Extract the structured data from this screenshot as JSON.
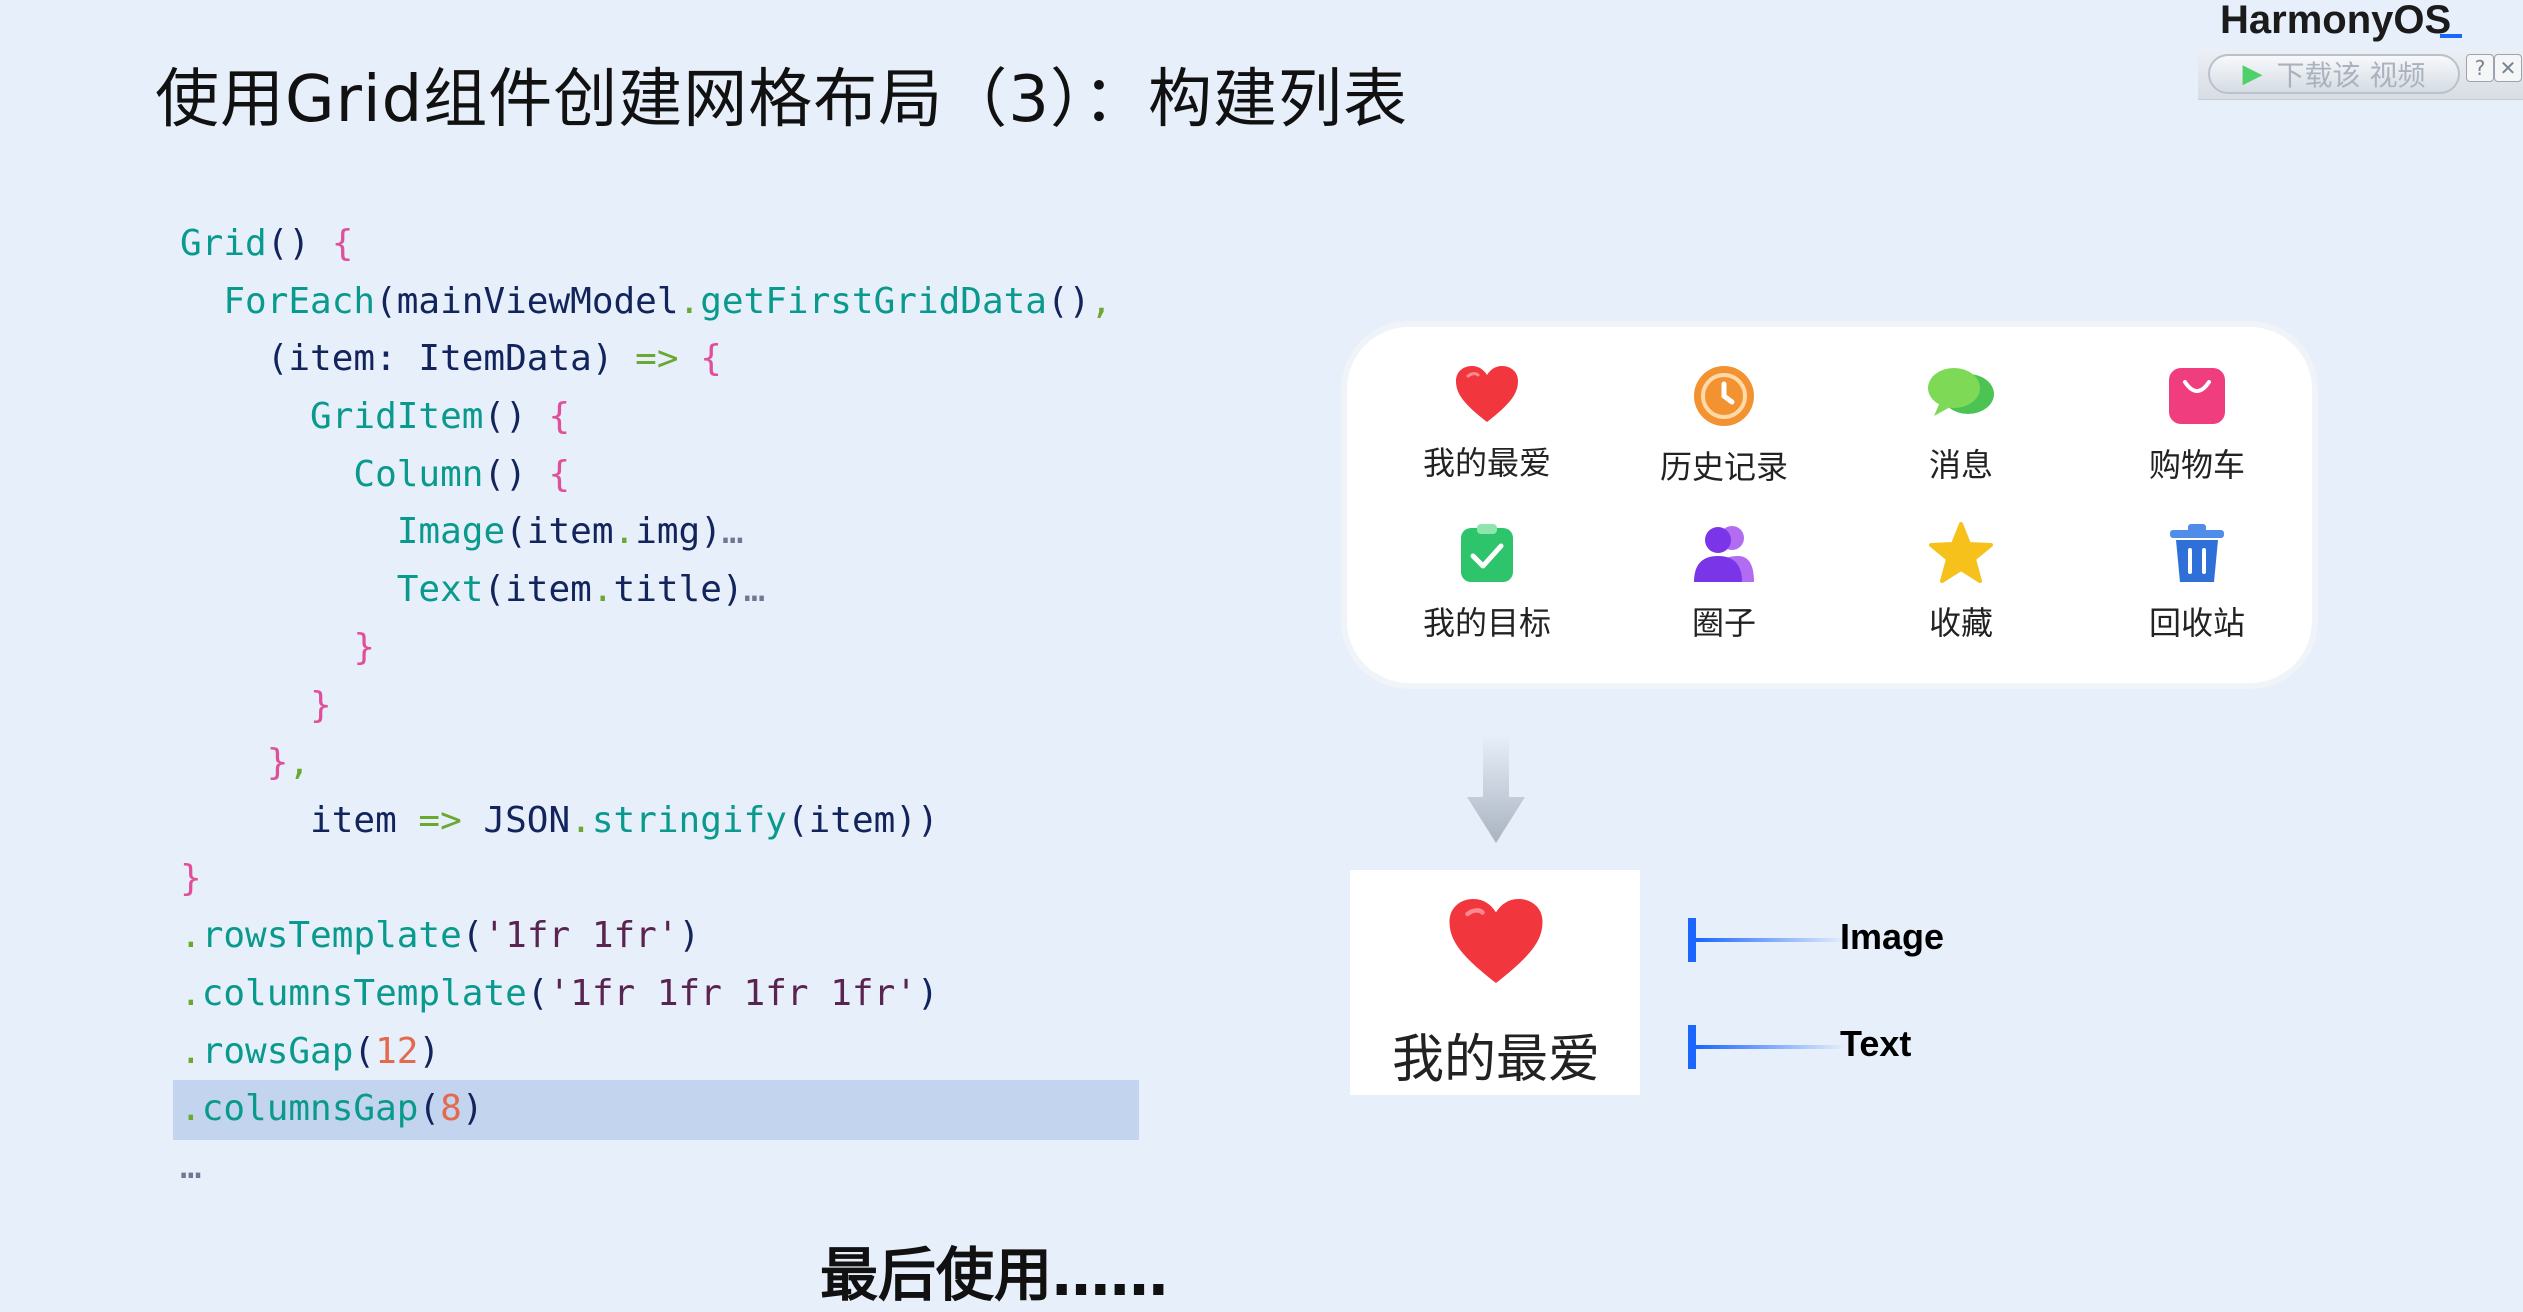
{
  "slide": {
    "title": "使用Grid组件创建网格布局（3）：构建列表",
    "brand": "HarmonyOS",
    "bottom_text_cut": "最后使用……"
  },
  "download_bar": {
    "button_label": "下载该 视频",
    "help_label": "?",
    "close_label": "✕"
  },
  "code": {
    "lines": [
      "Grid() {",
      "  ForEach(mainViewModel.getFirstGridData(),",
      "    (item: ItemData) => {",
      "      GridItem() {",
      "        Column() {",
      "          Image(item.img)…",
      "          Text(item.title)…",
      "        }",
      "      }",
      "    },",
      "      item => JSON.stringify(item))",
      "}",
      ".rowsTemplate('1fr 1fr')",
      ".columnsTemplate('1fr 1fr 1fr 1fr')",
      ".rowsGap(12)",
      ".columnsGap(8)",
      "…"
    ],
    "highlighted_line": 15
  },
  "grid_items": [
    {
      "title": "我的最爱",
      "icon": "heart-icon"
    },
    {
      "title": "历史记录",
      "icon": "clock-icon"
    },
    {
      "title": "消息",
      "icon": "chat-icon"
    },
    {
      "title": "购物车",
      "icon": "shopping-bag-icon"
    },
    {
      "title": "我的目标",
      "icon": "clipboard-check-icon"
    },
    {
      "title": "圈子",
      "icon": "group-icon"
    },
    {
      "title": "收藏",
      "icon": "star-icon"
    },
    {
      "title": "回收站",
      "icon": "trash-icon"
    }
  ],
  "detail": {
    "title": "我的最爱",
    "image_label": "Image",
    "text_label": "Text"
  },
  "colors": {
    "background": "#e7effa",
    "accent_blue": "#1a66ff",
    "highlight": "#c3d4ef"
  }
}
